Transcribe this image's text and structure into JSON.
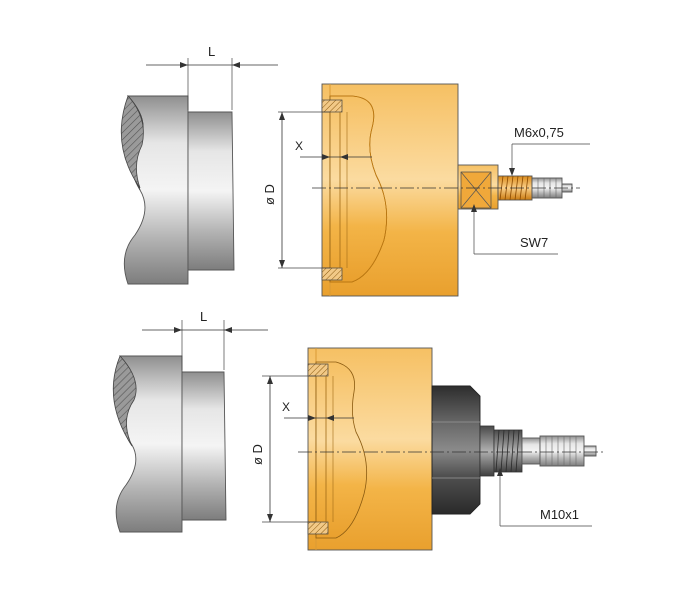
{
  "labels": {
    "top_length": "L",
    "top_diameter": "ø D",
    "top_offset": "X",
    "top_thread": "M6x0,75",
    "top_wrench": "SW7",
    "bottom_length": "L",
    "bottom_diameter": "ø D",
    "bottom_offset": "X",
    "bottom_thread": "M10x1"
  },
  "colors": {
    "brass": "#f4b041",
    "brass_light": "#fbd79a",
    "steel": "#bcbcbc",
    "steel_dark": "#8a8a8a",
    "dark_nut": "#3a3a3a",
    "line": "#333333"
  },
  "icons": {
    "section_hatch": "cross-section-hatch",
    "centerline": "dash-dot-centerline"
  }
}
